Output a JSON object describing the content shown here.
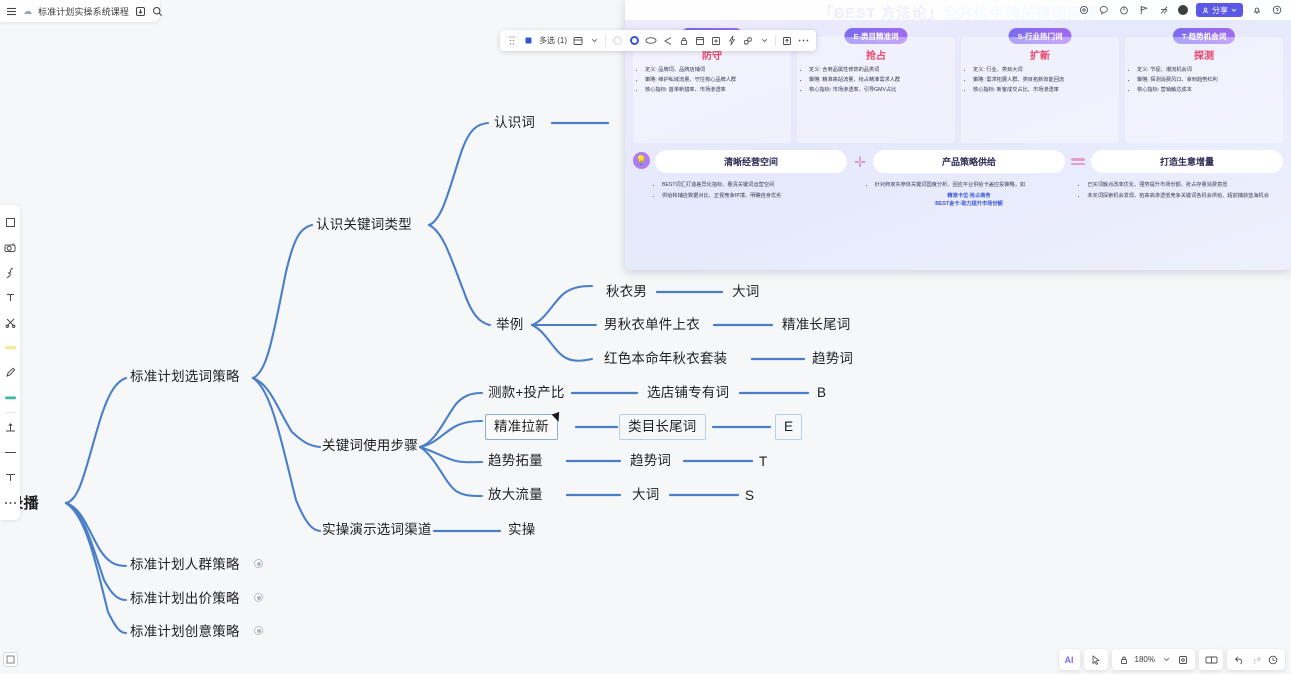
{
  "topbar": {
    "menu_icon": "hamburger-icon",
    "cloud_icon": "cloud-icon",
    "doc_title": "标准计划实操系统课程",
    "download_icon": "download-icon",
    "search_icon": "search-icon"
  },
  "rail": {
    "items": [
      {
        "name": "shape-rect-icon",
        "glyph": "▢"
      },
      {
        "name": "camera-icon",
        "glyph": "◉"
      },
      {
        "name": "curve-line-icon",
        "glyph": "∫"
      },
      {
        "name": "text-icon",
        "glyph": "T"
      },
      {
        "name": "scissors-icon",
        "glyph": "✂"
      },
      {
        "name": "highlighter-icon",
        "glyph": "▬"
      },
      {
        "name": "pen-icon",
        "glyph": "✎"
      },
      {
        "name": "eraser-icon",
        "glyph": "▭"
      },
      {
        "name": "align-icon",
        "glyph": "⊥"
      },
      {
        "name": "line-icon",
        "glyph": "—"
      },
      {
        "name": "ruler-icon",
        "glyph": "⊤"
      },
      {
        "name": "more-icon",
        "glyph": "⋯"
      }
    ],
    "bottom_icon": "frame-icon"
  },
  "mindmap": {
    "root": {
      "label": "示-录播"
    },
    "level1": [
      {
        "label": "标准计划选词策略"
      },
      {
        "label": "标准计划人群策略",
        "collapsed": true
      },
      {
        "label": "标准计划出价策略",
        "collapsed": true
      },
      {
        "label": "标准计划创意策略",
        "collapsed": true
      }
    ],
    "level2": [
      {
        "label": "认识关键词类型"
      },
      {
        "label": "关键词使用步骤"
      },
      {
        "label": "实操演示选词渠道"
      }
    ],
    "level3": [
      {
        "label": "认识词"
      },
      {
        "label": "举例"
      },
      {
        "label": "测款+投产比"
      },
      {
        "label": "精准拉新",
        "selected": true
      },
      {
        "label": "趋势拓量"
      },
      {
        "label": "放大流量"
      },
      {
        "label": "实操"
      }
    ],
    "level4": [
      {
        "label": "秋衣男"
      },
      {
        "label": "男秋衣单件上衣"
      },
      {
        "label": "红色本命年秋衣套装"
      },
      {
        "label": "选店铺专有词"
      },
      {
        "label": "类目长尾词",
        "selected": true
      },
      {
        "label": "趋势词"
      },
      {
        "label": "大词"
      }
    ],
    "level5": [
      {
        "label": "大词"
      },
      {
        "label": "精准长尾词"
      },
      {
        "label": "趋势词"
      },
      {
        "label": "B"
      },
      {
        "label": "E",
        "selected": true
      },
      {
        "label": "T"
      },
      {
        "label": "S"
      }
    ],
    "colors": {
      "branch": "#4a7fc8",
      "text": "#1f1f1f",
      "selection": "#8aaed6"
    }
  },
  "float_toolbar": {
    "multi_select_label": "多选 (1)",
    "icons": [
      "drag-handle-icon",
      "select-icon",
      "align-icon",
      "layout-icon",
      "chevron-down-icon",
      "color-circle-icon",
      "shape-ellipse-icon",
      "connector-icon",
      "lock-icon",
      "frame-icon",
      "add-frame-icon",
      "lightning-icon",
      "link-icon",
      "chevron-down-icon-2",
      "export-icon",
      "more-icon"
    ]
  },
  "video_window": {
    "titlebar_icons": [
      "target-icon",
      "comment-icon",
      "timer-icon",
      "flag-icon",
      "branch-icon",
      "avatar",
      "share-button",
      "bell-icon",
      "help-icon"
    ],
    "share_label": "分享",
    "slide": {
      "title_main": "「BEST 方法论」",
      "title_sub": "全方位引领关键词运营",
      "columns": [
        {
          "pill": "B-品牌核心词",
          "title": "防守",
          "bullets": [
            "定义: 品牌词、品牌店铺词",
            "策略: 维护私域流量、守住核心品牌人群",
            "核心指标: 首单新猎率、市场渗透率"
          ]
        },
        {
          "pill": "E-类目精准词",
          "title": "抢占",
          "bullets": [
            "定义: 含商品属性修饰的品类词",
            "策略: 精准高站流量、抢占精准需求人群",
            "核心指标: 市场渗透率、引导GMV占比"
          ]
        },
        {
          "pill": "S-行业热门词",
          "title": "扩新",
          "bullets": [
            "定义: 行业、类目大词",
            "策略: 需求拓展人群、类目拓新效能回流",
            "核心指标: 新客成交占比、市场渗透率"
          ]
        },
        {
          "pill": "T-趋势机会词",
          "title": "探测",
          "bullets": [
            "定义: 节促、潮流机会词",
            "策略: 探测消费风口、拿到趋势红利",
            "核心指标: 营销触达成本"
          ]
        }
      ],
      "bulb_icon": "lightbulb-icon",
      "chips": [
        "清晰经营空间",
        "产品策略供给",
        "打造生意增量"
      ],
      "plus_icon": "plus-icon",
      "equals_icon": "equals-icon",
      "bottom_blocks": [
        {
          "items": [
            "BEST词汇打造差异化指标、看清关键词运营空间",
            "供给和铺店数据对比、正视竞争环境、明确自身优劣"
          ]
        },
        {
          "items": [
            "针对商家实参体关键词国度分析、回应平台供给卡盖应投策略，如"
          ],
          "links": [
            "精准卡位·抢占商务",
            "BEST金卡·助力提升市场份额"
          ]
        },
        {
          "items": [
            "已买词触点改率优化、强势提升市场份额、抢占存量消费意愿",
            "未买词探索机会发现、拓高高渗透低竞争关键词各机会供给、超前捕获蓝海机会"
          ]
        }
      ]
    }
  },
  "bottom_bar": {
    "ai_label": "AI",
    "cursor_icon": "cursor-icon",
    "lock_icon": "lock-icon",
    "zoom_value": "180%",
    "chevron_icon": "chevron-down-icon",
    "fit_icon": "fit-screen-icon",
    "presentation_icon": "presentation-icon",
    "undo_icon": "undo-icon",
    "redo_icon": "redo-icon",
    "history_icon": "history-icon"
  }
}
